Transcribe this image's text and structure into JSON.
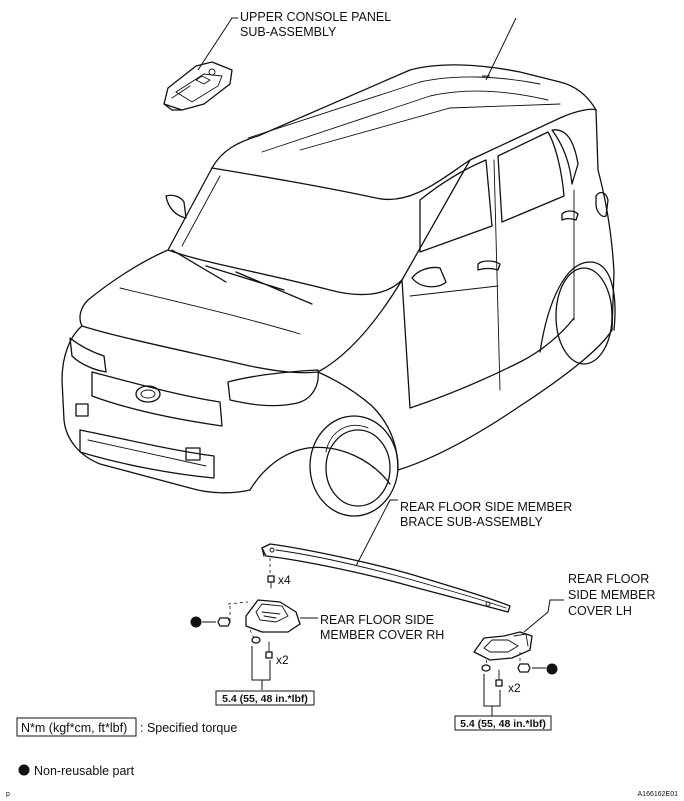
{
  "labels": {
    "upper_console_1": "UPPER CONSOLE PANEL",
    "upper_console_2": "SUB-ASSEMBLY",
    "brace_1": "REAR FLOOR SIDE MEMBER",
    "brace_2": "BRACE SUB-ASSEMBLY",
    "cover_rh_1": "REAR FLOOR SIDE",
    "cover_rh_2": "MEMBER COVER RH",
    "cover_lh_1": "REAR FLOOR",
    "cover_lh_2": "SIDE MEMBER",
    "cover_lh_3": "COVER LH"
  },
  "fasteners": {
    "brace_qty": "x4",
    "rh_qty": "x2",
    "lh_qty": "x2"
  },
  "torque": {
    "rh": "5.4 (55, 48 in.*lbf)",
    "lh": "5.4 (55, 48 in.*lbf)"
  },
  "legend": {
    "torque_unit": "N*m (kgf*cm, ft*lbf)",
    "torque_desc": ": Specified torque",
    "nonreusable": "Non-reusable part"
  },
  "footer": {
    "left_mark": "p",
    "figure_id": "A166162E01"
  }
}
